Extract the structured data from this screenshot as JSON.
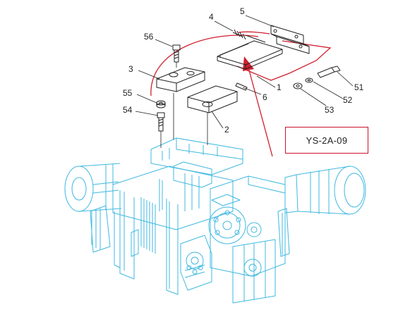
{
  "diagram": {
    "part_code": "YS-2A-09",
    "callouts": {
      "c1": "1",
      "c2": "2",
      "c3": "3",
      "c4": "4",
      "c5": "5",
      "c6": "6",
      "c51": "51",
      "c52": "52",
      "c53": "53",
      "c54": "54",
      "c55": "55",
      "c56": "56"
    },
    "colors": {
      "assembly_line": "#3fb8e0",
      "part_line": "#222222",
      "highlight": "#d0202f",
      "background": "#ffffff"
    }
  }
}
